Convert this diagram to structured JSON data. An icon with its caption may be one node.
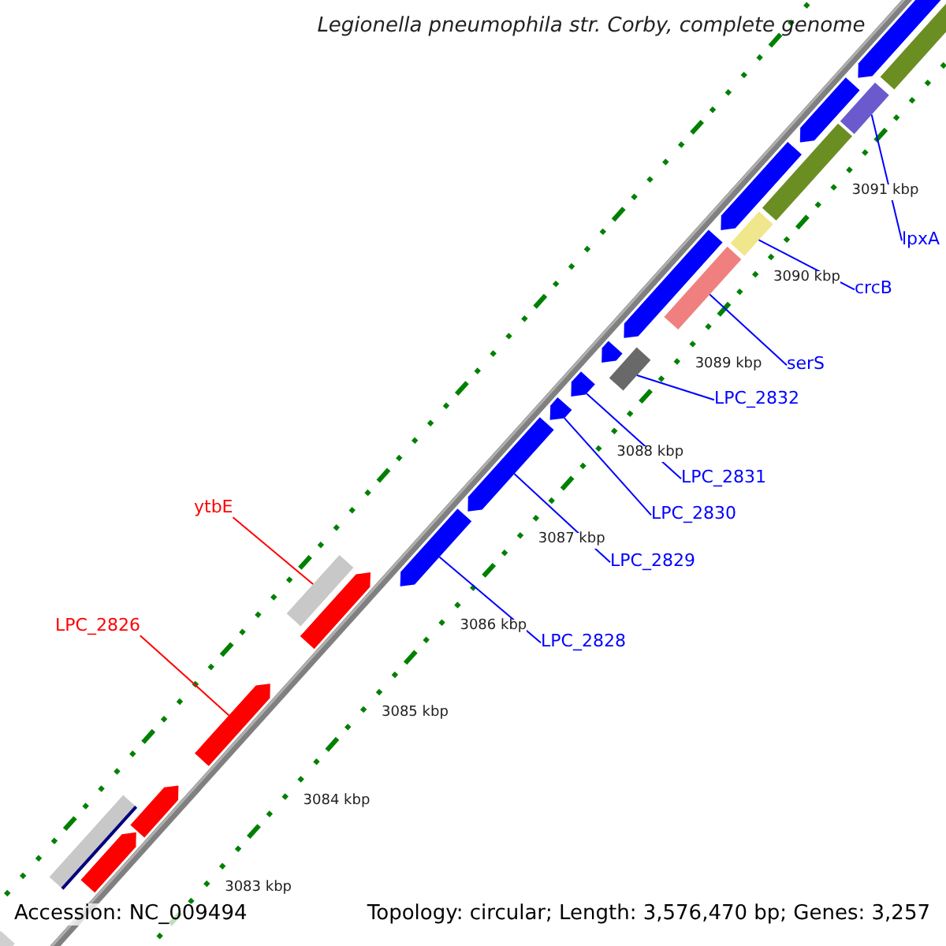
{
  "diagram": {
    "title": "Legionella pneumophila str. Corby, complete genome",
    "nodes": [
      {
        "text": [
          "lpxA"
        ]
      },
      {
        "text": [
          "crcB"
        ]
      },
      {
        "text": [
          "serS"
        ]
      },
      {
        "text": [
          "LPC_2832"
        ]
      },
      {
        "text": [
          "LPC_2831"
        ]
      },
      {
        "text": [
          "LPC_2830"
        ]
      },
      {
        "text": [
          "LPC_2829"
        ]
      },
      {
        "text": [
          "LPC_2828"
        ]
      },
      {
        "text": [
          "ytbE"
        ]
      },
      {
        "text": [
          "LPC_2826"
        ]
      },
      {
        "text": [],
        "shape": "arrow"
      },
      {
        "text": [],
        "shape": "bar"
      },
      {
        "text": [],
        "shape": "bar"
      },
      {
        "text": [],
        "shape": "arrow"
      },
      {
        "text": [],
        "shape": "bar"
      },
      {
        "text": [],
        "shape": "arrow"
      },
      {
        "text": [],
        "shape": "bar"
      },
      {
        "text": [],
        "shape": "bar"
      },
      {
        "text": [],
        "shape": "arrow"
      },
      {
        "text": [],
        "shape": "bar"
      },
      {
        "text": [],
        "shape": "arrow"
      },
      {
        "text": [],
        "shape": "arrow"
      },
      {
        "text": [],
        "shape": "arrow"
      },
      {
        "text": [],
        "shape": "arrow"
      },
      {
        "text": [],
        "shape": "arrow"
      },
      {
        "text": [],
        "shape": "arrow"
      },
      {
        "text": [],
        "shape": "bar"
      },
      {
        "text": [],
        "shape": "arrow"
      },
      {
        "text": [],
        "shape": "arrow"
      },
      {
        "text": [],
        "shape": "bar"
      },
      {
        "text": [],
        "shape": "arrow"
      },
      {
        "text": [],
        "shape": "bar"
      }
    ],
    "edges": [
      {
        "from": 0,
        "to": 12,
        "arrow": "none"
      },
      {
        "from": 1,
        "to": 16,
        "arrow": "none"
      },
      {
        "from": 2,
        "to": 17,
        "arrow": "none"
      },
      {
        "from": 3,
        "to": 19,
        "arrow": "none"
      },
      {
        "from": 4,
        "to": 21,
        "arrow": "none"
      },
      {
        "from": 5,
        "to": 22,
        "arrow": "none"
      },
      {
        "from": 6,
        "to": 23,
        "arrow": "none"
      },
      {
        "from": 7,
        "to": 24,
        "arrow": "none"
      },
      {
        "from": 8,
        "to": 26,
        "arrow": "none",
        "color": "#ff0000"
      },
      {
        "from": 9,
        "to": 27,
        "arrow": "none",
        "color": "#ff0000"
      }
    ],
    "labels": [
      "3091 kbp",
      "3090 kbp",
      "3089 kbp",
      "3088 kbp",
      "3087 kbp",
      "3086 kbp",
      "3085 kbp",
      "3084 kbp",
      "3083 kbp",
      "Accession: NC_009494",
      "Topology: circular; Length: 3,576,470 bp; Genes: 3,257"
    ]
  }
}
